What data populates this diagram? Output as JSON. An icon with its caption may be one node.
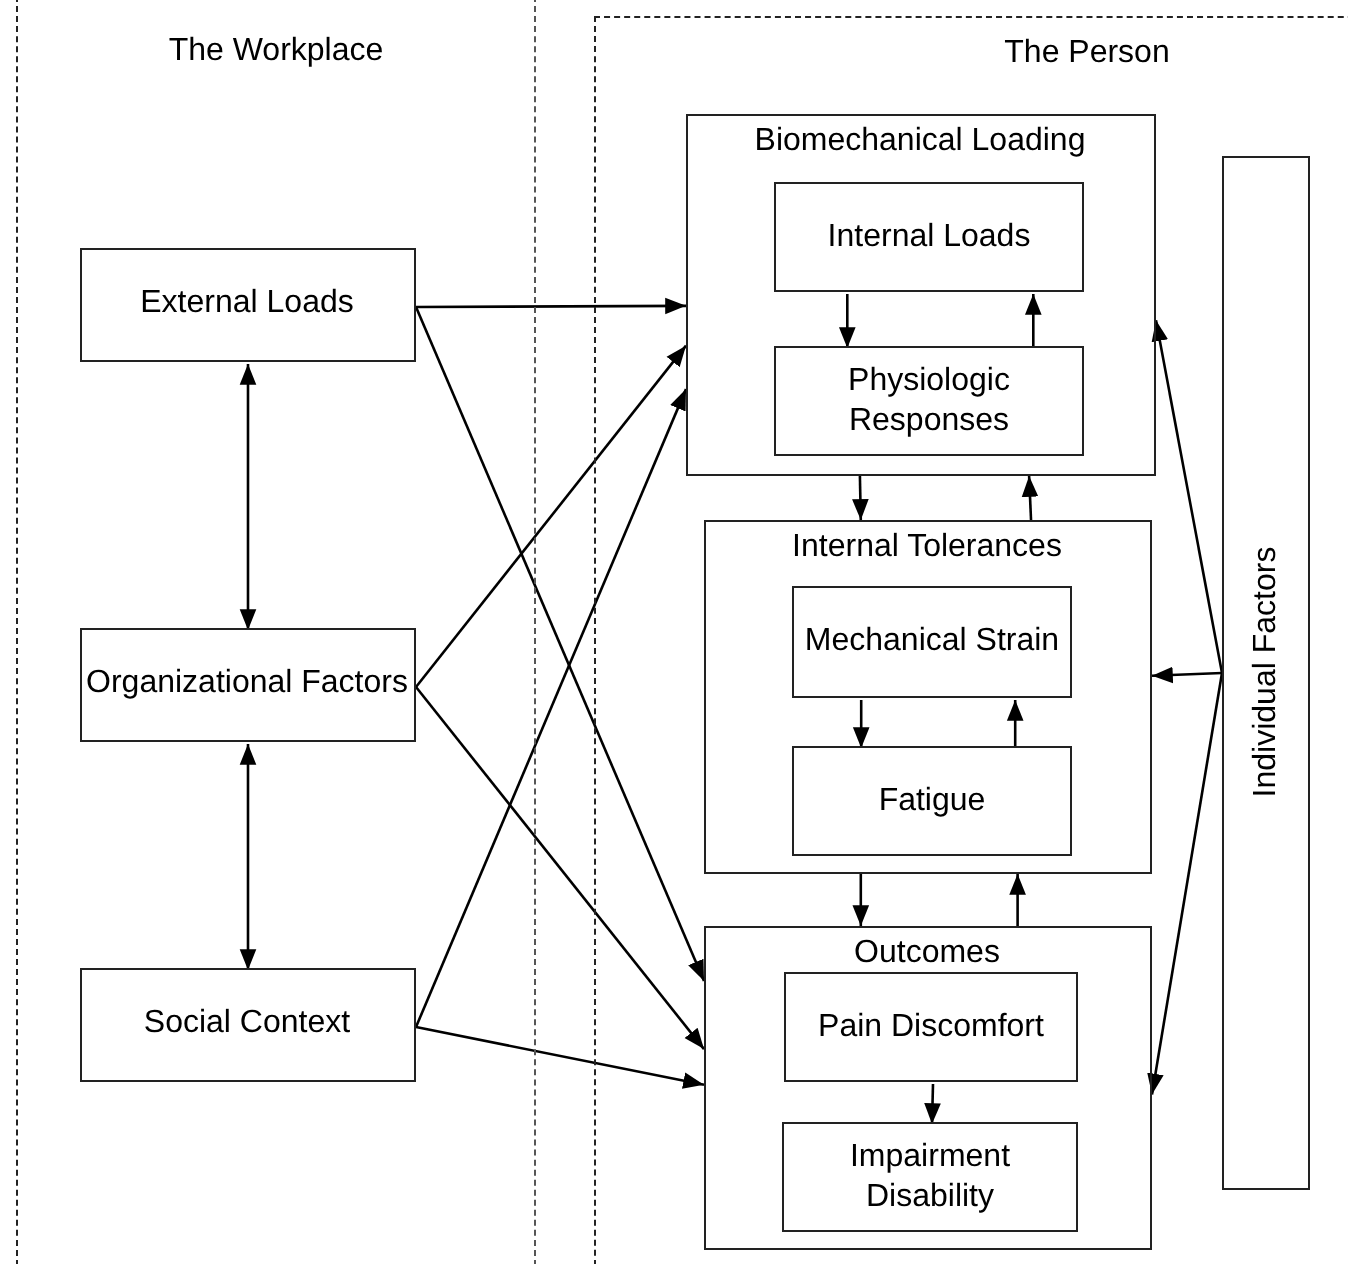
{
  "diagram": {
    "nodes": [
      {
        "text": [
          "The Workplace"
        ]
      },
      {
        "text": [
          "External Loads"
        ],
        "in": 0
      },
      {
        "text": [
          "Organizational Factors"
        ],
        "in": 0
      },
      {
        "text": [
          "Social Context"
        ],
        "in": 0
      },
      {
        "text": [
          "The Person"
        ]
      },
      {
        "text": [
          "Biomechanical Loading"
        ],
        "in": 4
      },
      {
        "text": [
          "Internal Loads"
        ],
        "in": 5
      },
      {
        "text": [
          "Physiologic Responses"
        ],
        "in": 5
      },
      {
        "text": [
          "Internal Tolerances"
        ],
        "in": 4
      },
      {
        "text": [
          "Mechanical Strain"
        ],
        "in": 8
      },
      {
        "text": [
          "Fatigue"
        ],
        "in": 8
      },
      {
        "text": [
          "Outcomes"
        ],
        "in": 4
      },
      {
        "text": [
          "Pain Discomfort"
        ],
        "in": 11
      },
      {
        "text": [
          "Impairment Disability"
        ],
        "in": 11
      },
      {
        "text": [
          "Individual Factors"
        ],
        "in": 4
      }
    ],
    "edges": [
      {
        "from": 1,
        "to": 2,
        "arrow": "both"
      },
      {
        "from": 2,
        "to": 3,
        "arrow": "both"
      },
      {
        "from": 1,
        "to": 5,
        "arrow": "to"
      },
      {
        "from": 1,
        "to": 11,
        "arrow": "to"
      },
      {
        "from": 2,
        "to": 5,
        "arrow": "to"
      },
      {
        "from": 2,
        "to": 11,
        "arrow": "to"
      },
      {
        "from": 3,
        "to": 5,
        "arrow": "to"
      },
      {
        "from": 3,
        "to": 11,
        "arrow": "to"
      },
      {
        "from": 6,
        "to": 7,
        "arrow": "to"
      },
      {
        "from": 7,
        "to": 6,
        "arrow": "to"
      },
      {
        "from": 5,
        "to": 8,
        "arrow": "to"
      },
      {
        "from": 8,
        "to": 5,
        "arrow": "to"
      },
      {
        "from": 9,
        "to": 10,
        "arrow": "to"
      },
      {
        "from": 10,
        "to": 9,
        "arrow": "to"
      },
      {
        "from": 8,
        "to": 11,
        "arrow": "to"
      },
      {
        "from": 11,
        "to": 8,
        "arrow": "to"
      },
      {
        "from": 12,
        "to": 13,
        "arrow": "to"
      },
      {
        "from": 14,
        "to": 5,
        "arrow": "to"
      },
      {
        "from": 14,
        "to": 8,
        "arrow": "to"
      },
      {
        "from": 14,
        "to": 11,
        "arrow": "to"
      }
    ]
  }
}
